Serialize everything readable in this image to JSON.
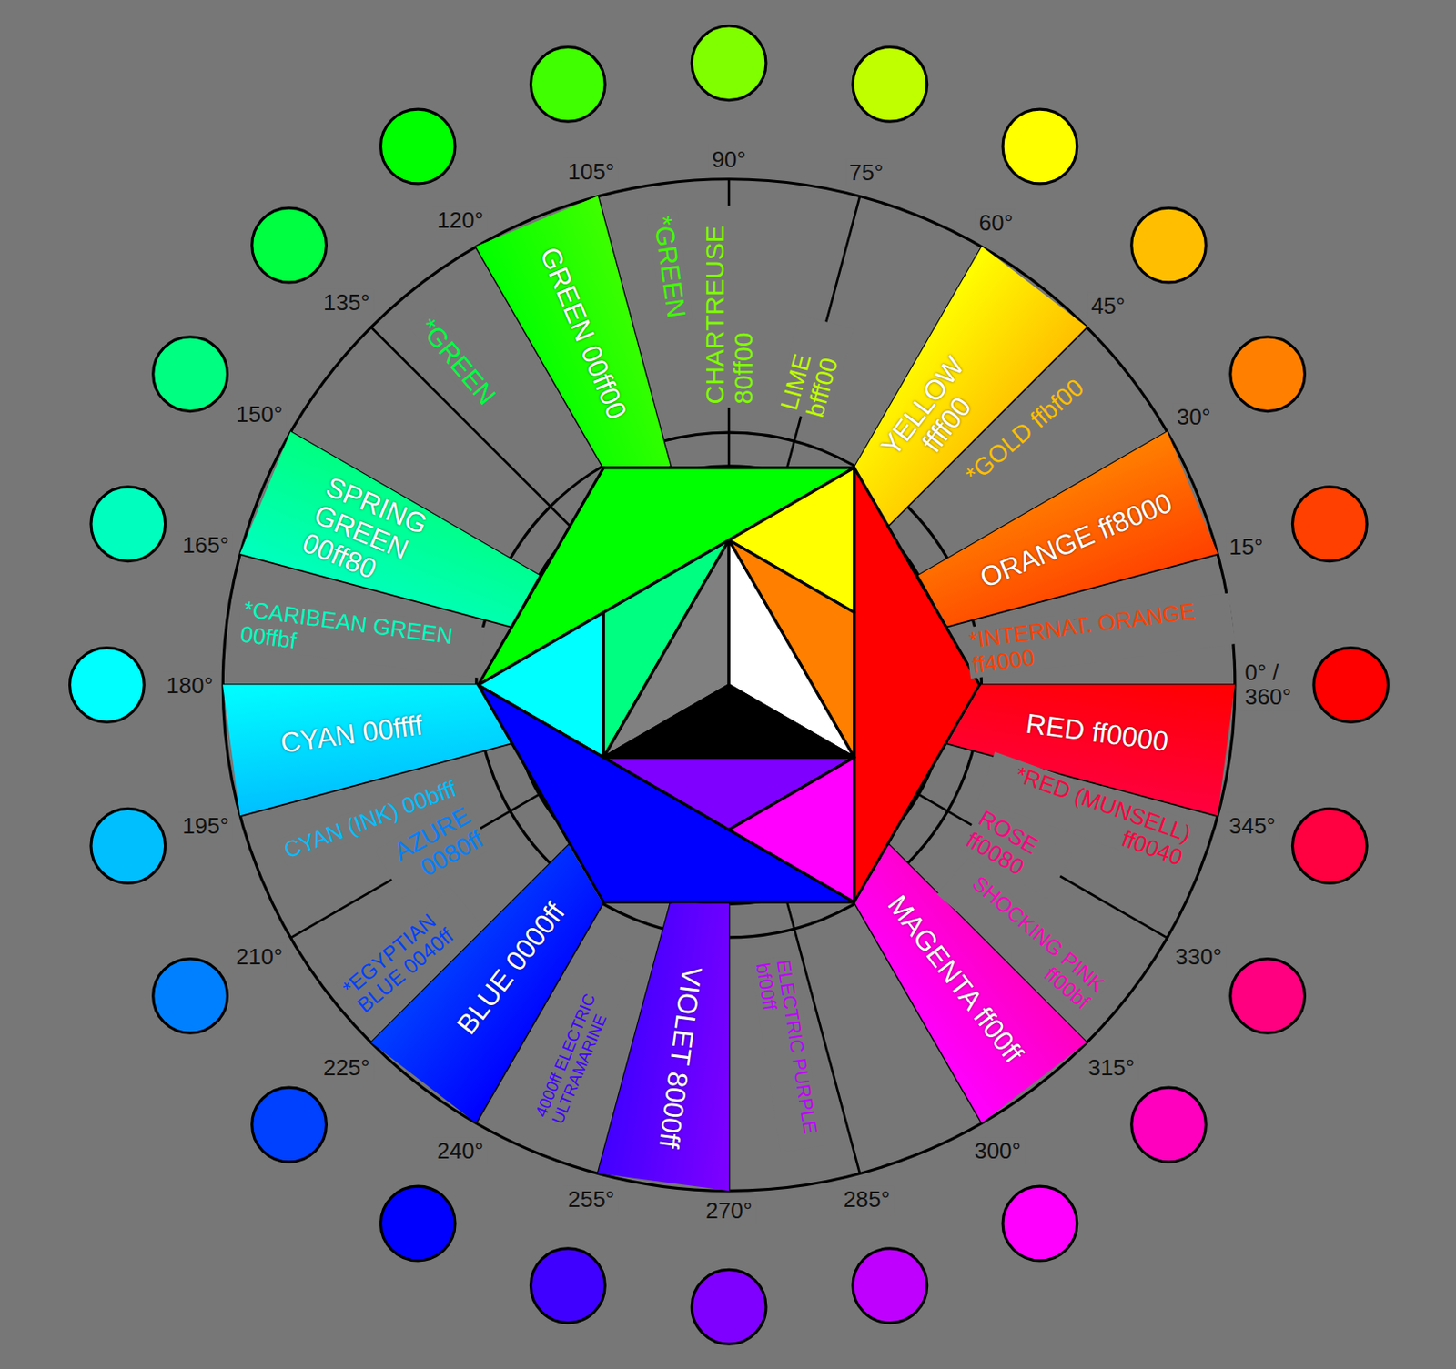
{
  "diagram": {
    "nodes": [
      {
        "text": [
          "RED ff0000"
        ]
      },
      {
        "text": [
          "ORANGE ff8000"
        ]
      },
      {
        "text": [
          "YELLOW ffff00"
        ]
      },
      {
        "text": [
          "GREEN 00ff00"
        ]
      },
      {
        "text": [
          "SPRING GREEN 00ff80"
        ]
      },
      {
        "text": [
          "CYAN 00ffff"
        ]
      },
      {
        "text": [
          "BLUE 0000ff"
        ]
      },
      {
        "text": [
          "VIOLET 8000ff"
        ]
      },
      {
        "text": [
          "MAGENTA ff00ff"
        ]
      }
    ],
    "labels": [
      "*GREEN",
      "CHARTREUSE 80ff00",
      "LIME bfff00",
      "*GOLD ffbf00",
      "*INTERNAT. ORANGE ff4000",
      "*RED (MUNSELL) ff0040",
      "ROSE ff0080",
      "SHOCKING PINK ff00bf",
      "ELECTRIC PURPLE bf00ff",
      "4000ff ELECTRIC ULTRAMARINE",
      "*EGYPTIAN BLUE 0040ff",
      "AZURE 0080ff",
      "CYAN (INK) 00bfff",
      "*CARIBEAN GREEN 00ffbf",
      "*GREEN",
      "0° / 360°",
      "15°",
      "30°",
      "45°",
      "60°",
      "75°",
      "90°",
      "105°",
      "120°",
      "135°",
      "150°",
      "165°",
      "180°",
      "195°",
      "210°",
      "225°",
      "240°",
      "255°",
      "270°",
      "285°",
      "300°",
      "315°",
      "330°",
      "345°"
    ]
  }
}
